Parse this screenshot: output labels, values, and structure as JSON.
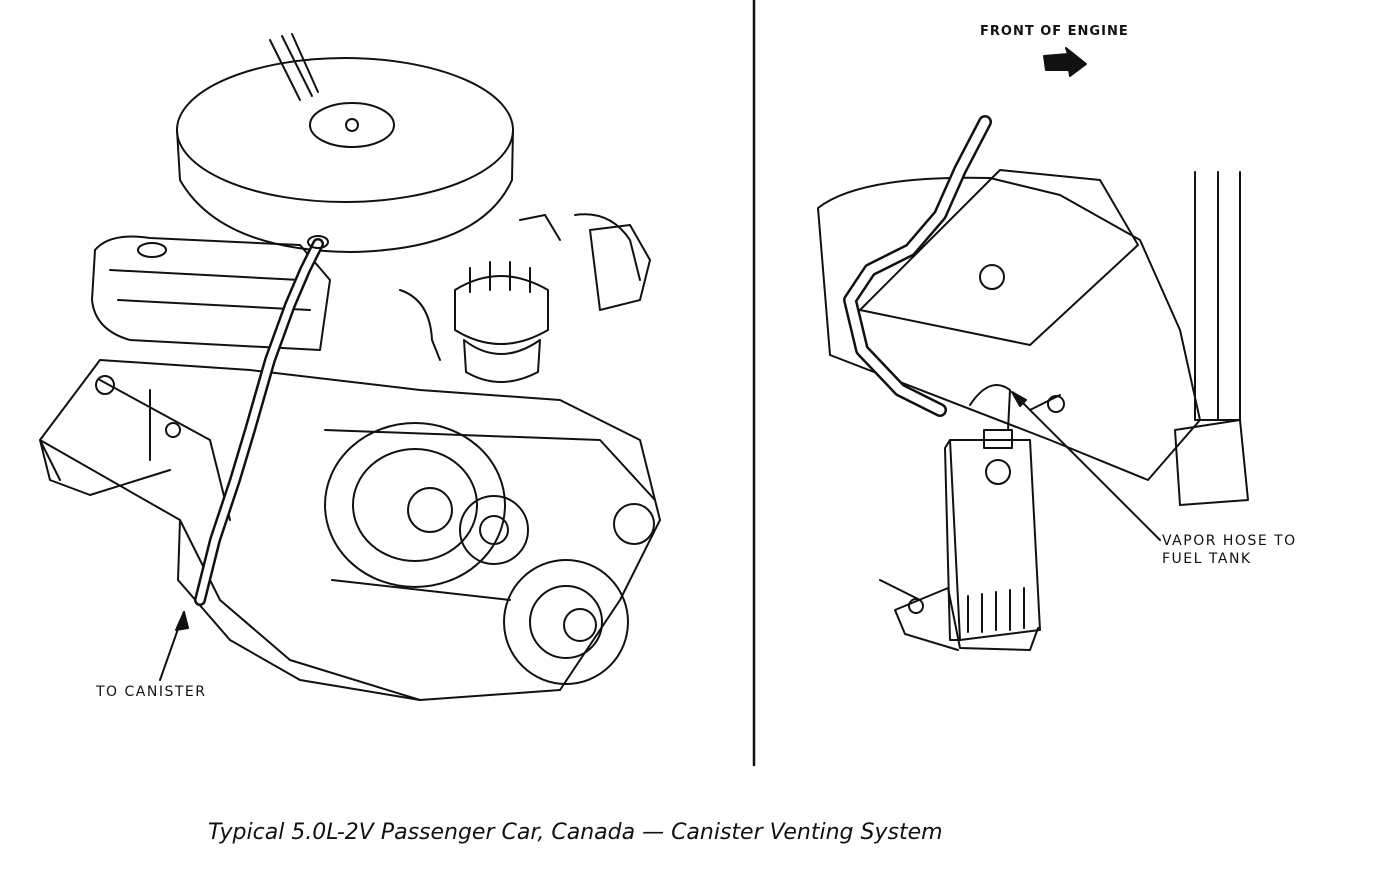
{
  "labels": {
    "front_of_engine": "FRONT OF ENGINE",
    "to_canister": "TO CANISTER",
    "vapor_hose_line1": "VAPOR HOSE TO",
    "vapor_hose_line2": "FUEL TANK"
  },
  "caption": "Typical 5.0L-2V Passenger Car, Canada — Canister Venting System",
  "colors": {
    "ink": "#111111",
    "paper": "#ffffff"
  }
}
